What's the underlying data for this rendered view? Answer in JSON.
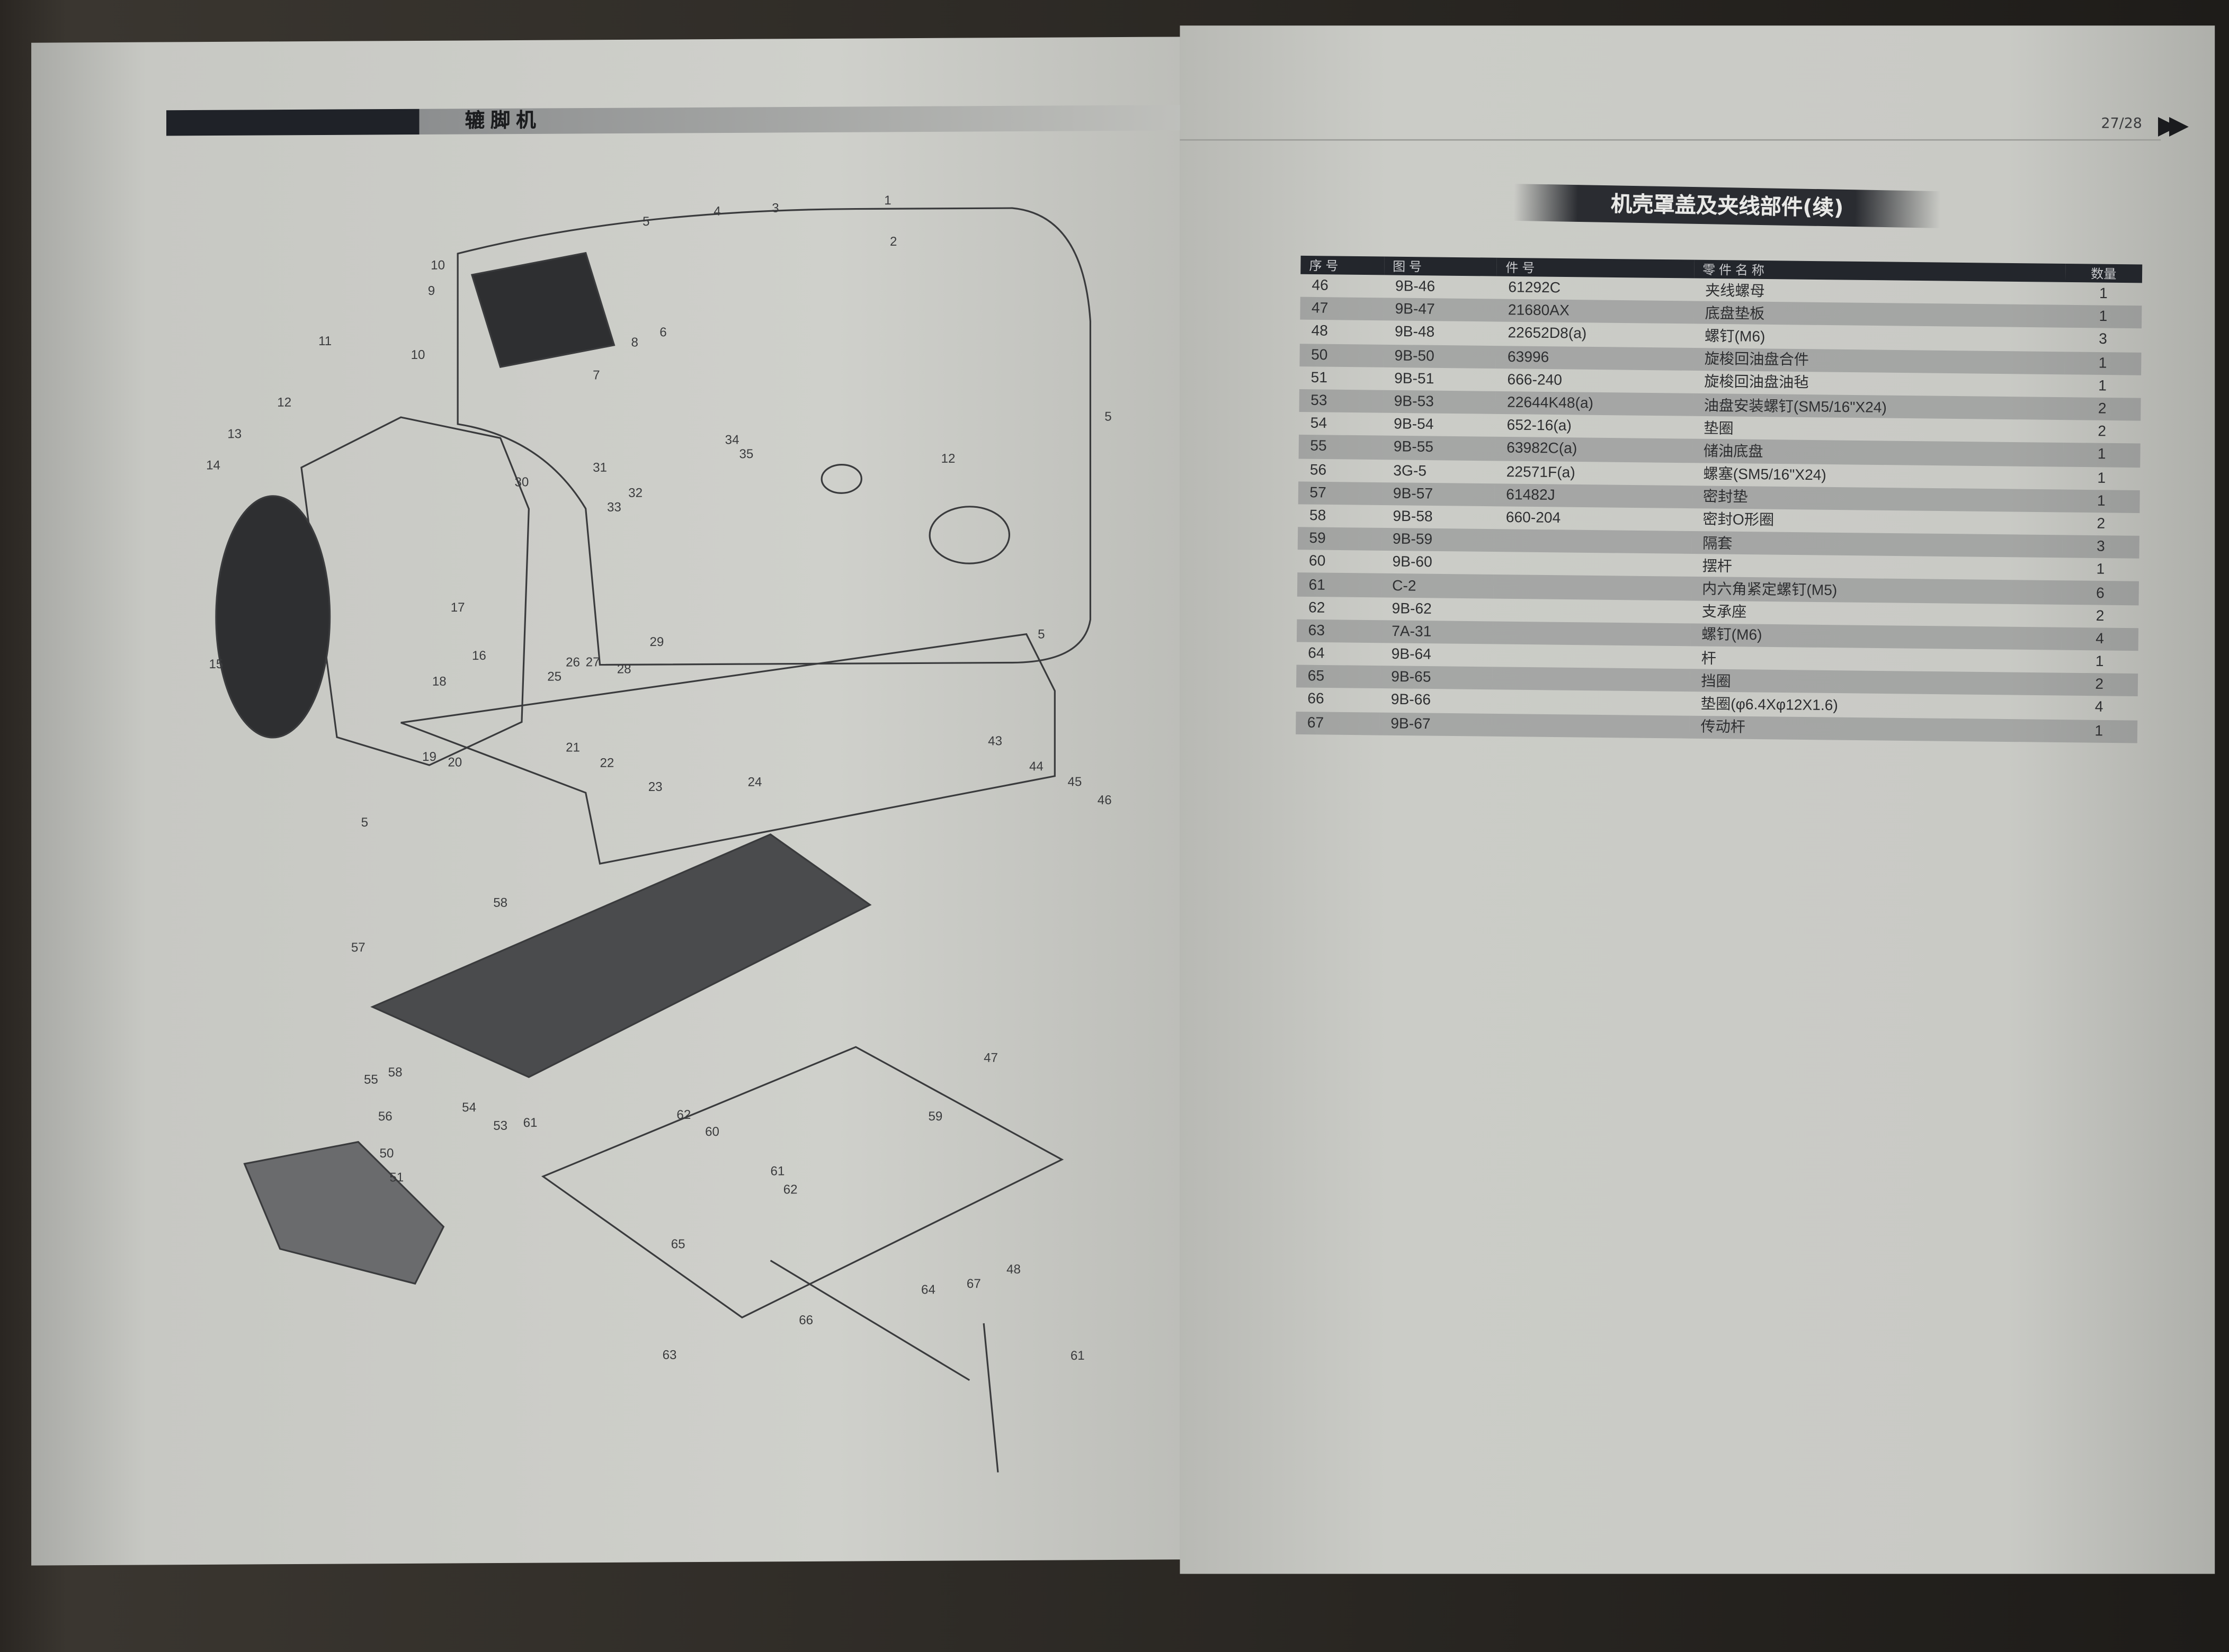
{
  "left_page": {
    "header_title": "辘脚机",
    "diagram_callouts": [
      "1",
      "2",
      "3",
      "4",
      "5",
      "10",
      "9",
      "10",
      "11",
      "12",
      "13",
      "14",
      "15",
      "6",
      "8",
      "7",
      "12",
      "5",
      "34",
      "35",
      "30",
      "31",
      "32",
      "33",
      "17",
      "18",
      "16",
      "19",
      "20",
      "21",
      "22",
      "23",
      "24",
      "25",
      "26",
      "27",
      "28",
      "29",
      "5",
      "5",
      "43",
      "44",
      "45",
      "46",
      "58",
      "57",
      "55",
      "58",
      "56",
      "54",
      "53",
      "47",
      "61",
      "62",
      "60",
      "59",
      "50",
      "51",
      "61",
      "62",
      "65",
      "48",
      "64",
      "67",
      "66",
      "63",
      "61"
    ]
  },
  "right_page": {
    "page_number": "27/28",
    "page_arrows": "▶▶",
    "section_title": "机壳罩盖及夹线部件(续)",
    "table": {
      "headers": [
        "序 号",
        "图 号",
        "件 号",
        "零 件 名 称",
        "数量"
      ],
      "rows": [
        [
          "46",
          "9B-46",
          "61292C",
          "夹线螺母",
          "1"
        ],
        [
          "47",
          "9B-47",
          "21680AX",
          "底盘垫板",
          "1"
        ],
        [
          "48",
          "9B-48",
          "22652D8(a)",
          "螺钉(M6)",
          "3"
        ],
        [
          "50",
          "9B-50",
          "63996",
          "旋梭回油盘合件",
          "1"
        ],
        [
          "51",
          "9B-51",
          "666-240",
          "旋梭回油盘油毡",
          "1"
        ],
        [
          "53",
          "9B-53",
          "22644K48(a)",
          "油盘安装螺钉(SM5/16\"X24)",
          "2"
        ],
        [
          "54",
          "9B-54",
          "652-16(a)",
          "垫圈",
          "2"
        ],
        [
          "55",
          "9B-55",
          "63982C(a)",
          "储油底盘",
          "1"
        ],
        [
          "56",
          "3G-5",
          "22571F(a)",
          "螺塞(SM5/16\"X24)",
          "1"
        ],
        [
          "57",
          "9B-57",
          "61482J",
          "密封垫",
          "1"
        ],
        [
          "58",
          "9B-58",
          "660-204",
          "密封O形圈",
          "2"
        ],
        [
          "59",
          "9B-59",
          "",
          "隔套",
          "3"
        ],
        [
          "60",
          "9B-60",
          "",
          "摆杆",
          "1"
        ],
        [
          "61",
          "C-2",
          "",
          "内六角紧定螺钉(M5)",
          "6"
        ],
        [
          "62",
          "9B-62",
          "",
          "支承座",
          "2"
        ],
        [
          "63",
          "7A-31",
          "",
          "螺钉(M6)",
          "4"
        ],
        [
          "64",
          "9B-64",
          "",
          "杆",
          "1"
        ],
        [
          "65",
          "9B-65",
          "",
          "挡圈",
          "2"
        ],
        [
          "66",
          "9B-66",
          "",
          "垫圈(φ6.4Xφ12X1.6)",
          "4"
        ],
        [
          "67",
          "9B-67",
          "",
          "传动杆",
          "1"
        ]
      ]
    }
  }
}
